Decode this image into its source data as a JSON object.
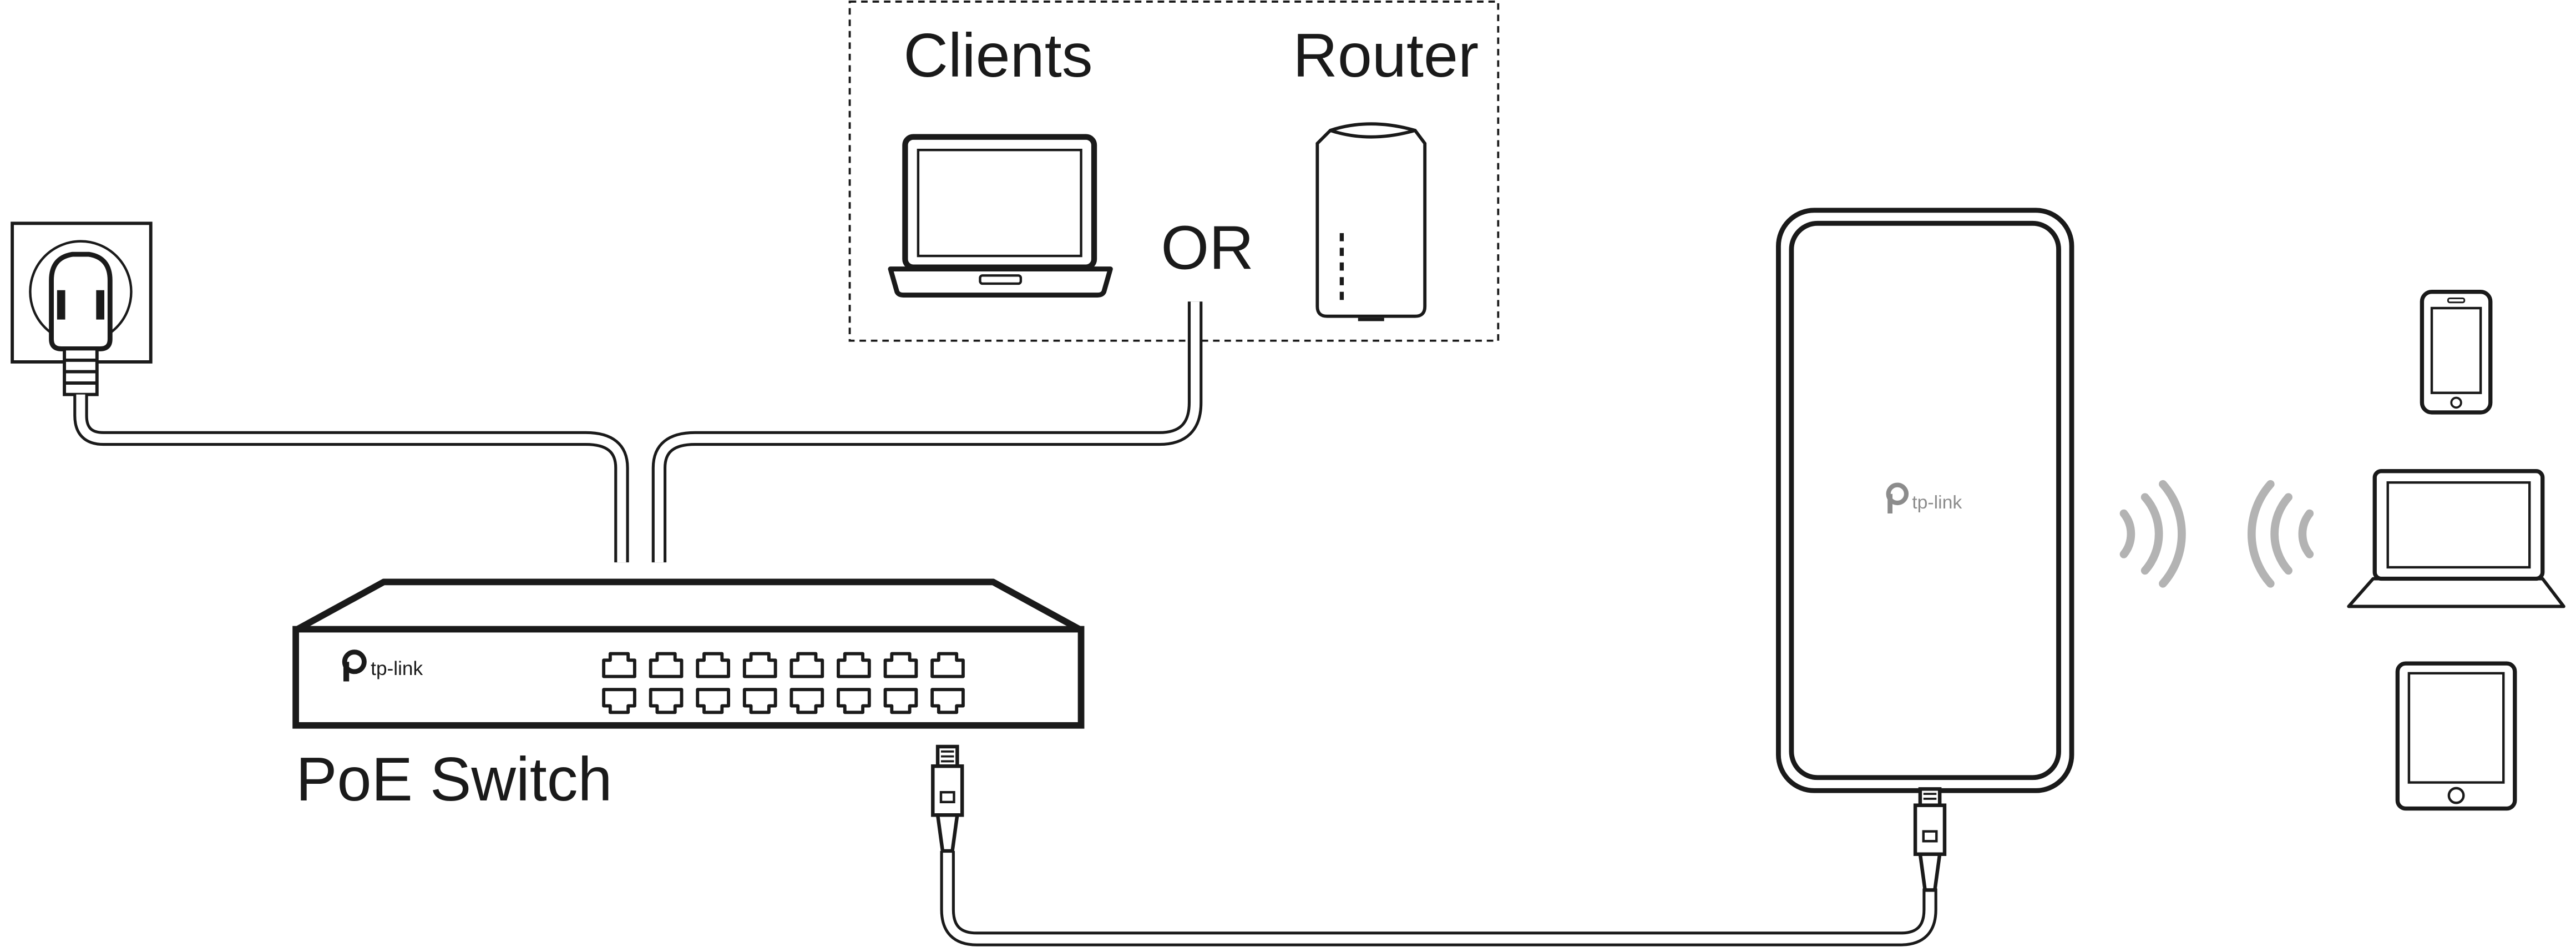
{
  "labels": {
    "clients": "Clients",
    "router": "Router",
    "or": "OR",
    "poe_switch": "PoE Switch"
  },
  "brand": {
    "switch_logo": "tp-link",
    "ap_logo": "tp-link"
  },
  "colors": {
    "stroke": "#1a1a1a",
    "signal": "#b3b3b3",
    "background": "#ffffff"
  },
  "icons": [
    "power-outlet-icon",
    "power-plug-icon",
    "laptop-icon",
    "router-icon",
    "poe-switch-icon",
    "ethernet-connector-icon",
    "access-point-icon",
    "wifi-signal-icon",
    "smartphone-icon",
    "tablet-icon"
  ]
}
